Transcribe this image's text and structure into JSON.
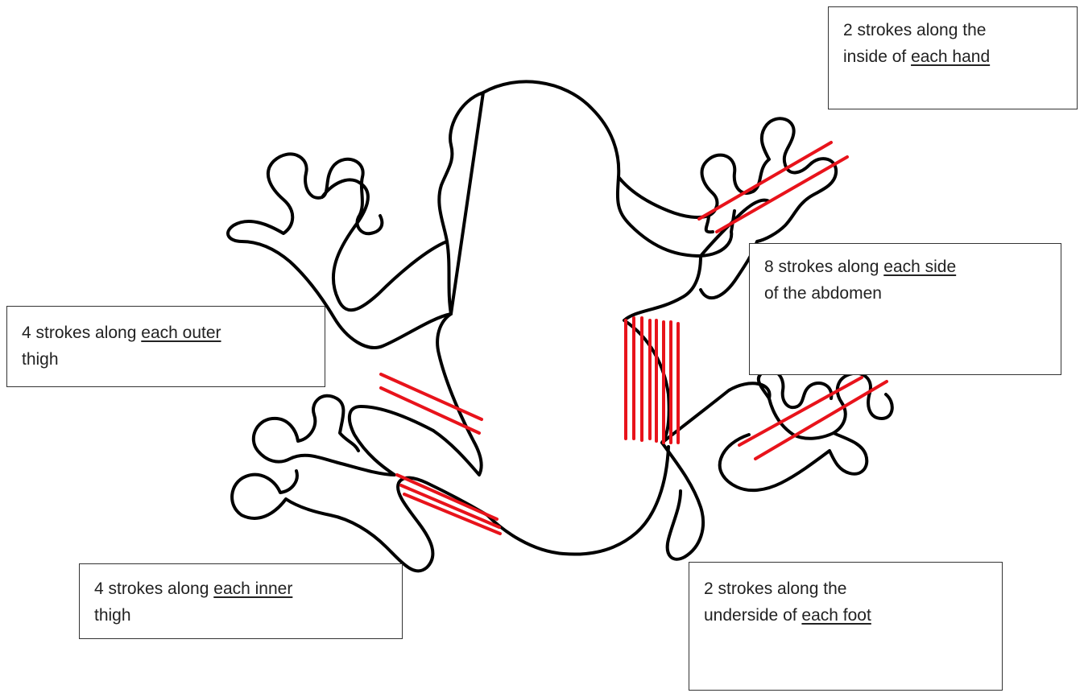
{
  "callouts": {
    "hand": {
      "pre": "2 strokes along the",
      "pre2": "inside of ",
      "em": "each hand",
      "post": ""
    },
    "side": {
      "pre": "8 strokes along ",
      "em": "each side",
      "line2": "of the abdomen"
    },
    "outer": {
      "pre": "4 strokes along ",
      "em": "each outer",
      "line2": "thigh"
    },
    "inner": {
      "pre": "4 strokes along ",
      "em": "each inner",
      "line2": "thigh"
    },
    "foot": {
      "pre": "2 strokes along the",
      "pre2": "underside of ",
      "em": "each foot"
    }
  },
  "colors": {
    "outline": "#000000",
    "strokes": "#e8131b",
    "box_border": "#333333"
  },
  "stroke_marks": {
    "hand": 2,
    "abdomen": 8,
    "outer_thigh": 2,
    "inner_thigh": 3,
    "foot": 2
  }
}
